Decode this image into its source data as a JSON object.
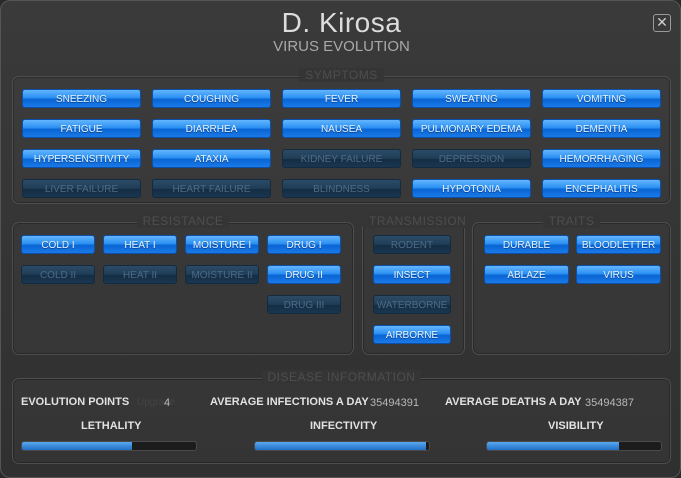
{
  "header": {
    "title": "D. Kirosa",
    "subtitle": "VIRUS EVOLUTION",
    "close_label": "✕"
  },
  "sections": {
    "symptoms": "SYMPTOMS",
    "resistance": "RESISTANCE",
    "transmission": "TRANSMISSION",
    "traits": "TRAITS",
    "disease_info": "DISEASE INFORMATION"
  },
  "symptoms": [
    {
      "label": "SNEEZING",
      "on": true
    },
    {
      "label": "COUGHING",
      "on": true
    },
    {
      "label": "FEVER",
      "on": true
    },
    {
      "label": "SWEATING",
      "on": true
    },
    {
      "label": "VOMITING",
      "on": true
    },
    {
      "label": "FATIGUE",
      "on": true
    },
    {
      "label": "DIARRHEA",
      "on": true
    },
    {
      "label": "NAUSEA",
      "on": true
    },
    {
      "label": "PULMONARY EDEMA",
      "on": true
    },
    {
      "label": "DEMENTIA",
      "on": true
    },
    {
      "label": "HYPERSENSITIVITY",
      "on": true
    },
    {
      "label": "ATAXIA",
      "on": true
    },
    {
      "label": "KIDNEY FAILURE",
      "on": false
    },
    {
      "label": "DEPRESSION",
      "on": false
    },
    {
      "label": "HEMORRHAGING",
      "on": true
    },
    {
      "label": "LIVER FAILURE",
      "on": false
    },
    {
      "label": "HEART FAILURE",
      "on": false
    },
    {
      "label": "BLINDNESS",
      "on": false
    },
    {
      "label": "HYPOTONIA",
      "on": true
    },
    {
      "label": "ENCEPHALITIS",
      "on": true
    }
  ],
  "resistance": [
    {
      "label": "COLD I",
      "on": true
    },
    {
      "label": "HEAT I",
      "on": true
    },
    {
      "label": "MOISTURE I",
      "on": true
    },
    {
      "label": "DRUG I",
      "on": true
    },
    {
      "label": "COLD II",
      "on": false
    },
    {
      "label": "HEAT II",
      "on": false
    },
    {
      "label": "MOISTURE II",
      "on": false
    },
    {
      "label": "DRUG II",
      "on": true
    },
    {
      "label": "DRUG III",
      "on": false
    }
  ],
  "transmission": [
    {
      "label": "RODENT",
      "on": false
    },
    {
      "label": "INSECT",
      "on": true
    },
    {
      "label": "WATERBORNE",
      "on": false
    },
    {
      "label": "AIRBORNE",
      "on": true
    }
  ],
  "traits": [
    {
      "label": "DURABLE",
      "on": true
    },
    {
      "label": "BLOODLETTER",
      "on": true
    },
    {
      "label": "ABLAZE",
      "on": true
    },
    {
      "label": "VIRUS",
      "on": true
    }
  ],
  "disease_info": {
    "evolution_points_label": "EVOLUTION POINTS",
    "evolution_points_value": "4",
    "ghost_text": "Upgrade",
    "avg_infections_label": "AVERAGE INFECTIONS A DAY",
    "avg_infections_value": "35494391",
    "avg_deaths_label": "AVERAGE DEATHS A DAY",
    "avg_deaths_value": "35494387",
    "lethality_label": "LETHALITY",
    "lethality_level": 0.63,
    "infectivity_label": "INFECTIVITY",
    "infectivity_level": 0.98,
    "visibility_label": "VISIBILITY",
    "visibility_level": 0.76
  },
  "colors": {
    "button_on": "#1a7ae8",
    "button_off": "#1f3d57",
    "background": "#303030"
  }
}
